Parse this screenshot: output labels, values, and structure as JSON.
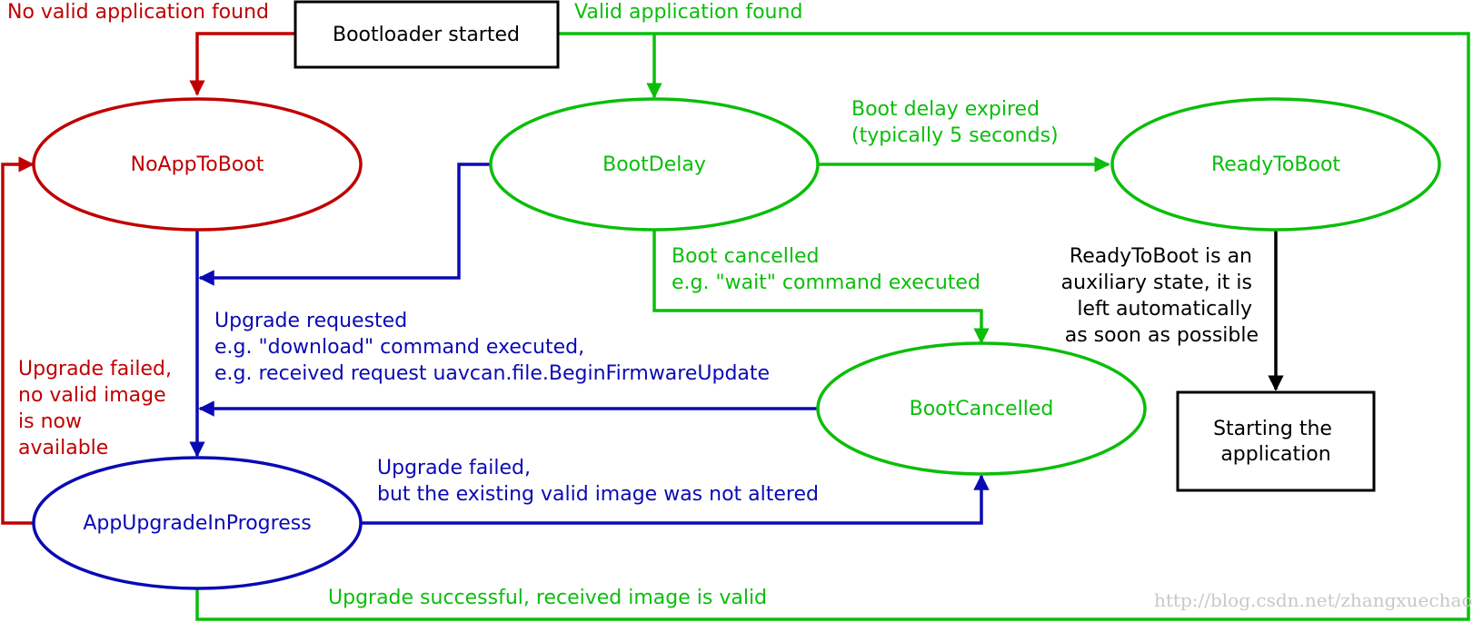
{
  "colors": {
    "red": "#c00000",
    "green": "#0abe0a",
    "blue": "#0a0ab4",
    "black": "#000000",
    "watermark": "#c8c8c8"
  },
  "nodes": {
    "bootloader_started": "Bootloader started",
    "no_app_to_boot": "NoAppToBoot",
    "boot_delay": "BootDelay",
    "ready_to_boot": "ReadyToBoot",
    "boot_cancelled": "BootCancelled",
    "app_upgrade_in_progress": "AppUpgradeInProgress",
    "starting_app": [
      "Starting the",
      "application"
    ]
  },
  "edges": {
    "no_valid_app": "No valid application found",
    "valid_app": "Valid application found",
    "boot_delay_expired": [
      "Boot delay expired",
      "(typically 5 seconds)"
    ],
    "boot_cancelled": [
      "Boot cancelled",
      "e.g. \"wait\" command executed"
    ],
    "upgrade_requested": [
      "Upgrade requested",
      "e.g. \"download\" command executed,",
      "e.g. received request uavcan.file.BeginFirmwareUpdate"
    ],
    "upgrade_failed_no_image": [
      "Upgrade failed,",
      "no valid image",
      "is now",
      "available"
    ],
    "upgrade_failed_not_altered": [
      "Upgrade failed,",
      "but the existing valid image was not altered"
    ],
    "upgrade_successful": "Upgrade successful, received image is valid",
    "ready_note": [
      "ReadyToBoot is an",
      "auxiliary state, it is",
      "left automatically",
      "as soon as possible"
    ]
  },
  "watermark": "http://blog.csdn.net/zhangxuechao_"
}
